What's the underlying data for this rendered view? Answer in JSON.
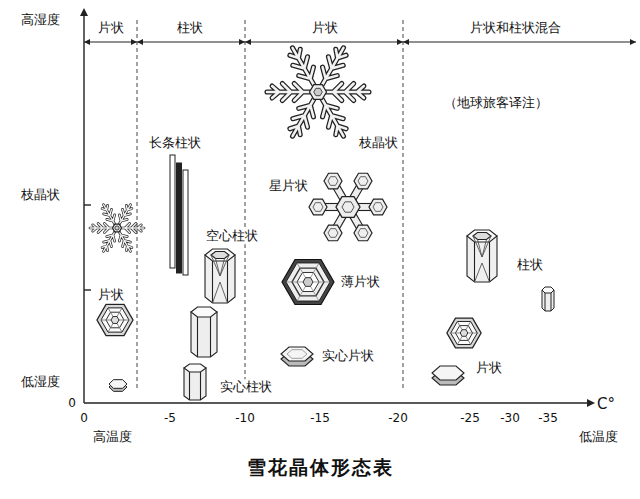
{
  "diagram": {
    "title": "雪花晶体形态表",
    "labels": [
      "片状",
      "柱状",
      "片状",
      "片状和柱状混合",
      "高湿度",
      "（地球旅客译注）",
      "长条柱状",
      "枝晶状",
      "星片状",
      "枝晶状",
      "空心柱状",
      "柱状",
      "薄片状",
      "片状",
      "实心片状",
      "片状",
      "低湿度",
      "实心柱状",
      "0",
      "C°",
      "0",
      "-5",
      "-10",
      "-15",
      "-20",
      "-25",
      "-30",
      "-35",
      "高温度",
      "低温度"
    ]
  }
}
